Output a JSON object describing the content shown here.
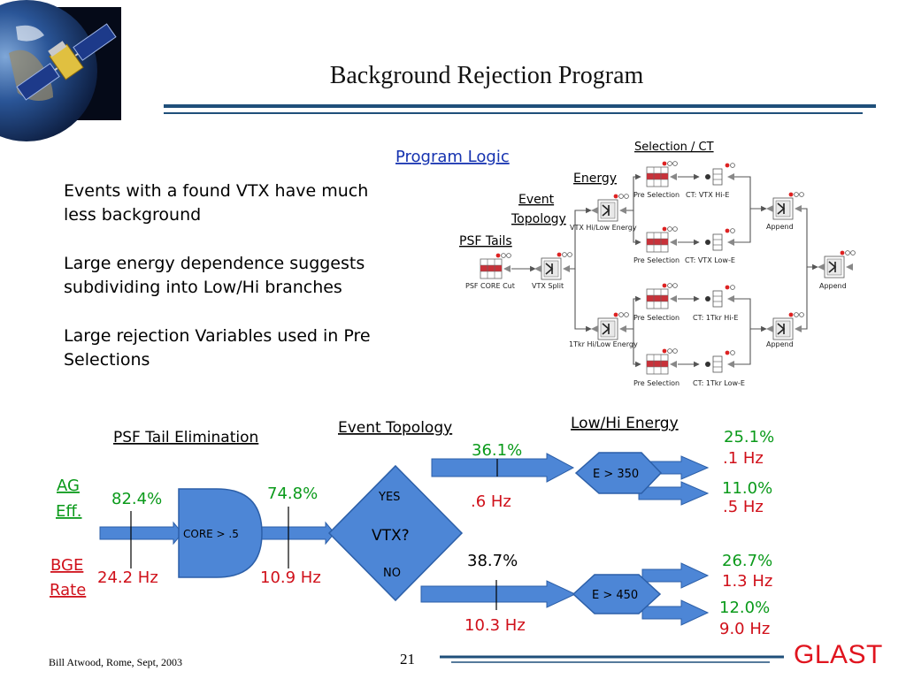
{
  "header": {
    "title": "Background Rejection Program"
  },
  "bullets": [
    "Events with a found VTX have much less background",
    "Large energy dependence suggests subdividing into Low/Hi branches",
    "Large rejection Variables used in Pre Selections"
  ],
  "program_logic": {
    "heading": "Program Logic",
    "labels": {
      "selection_ct": "Selection / CT",
      "energy": "Energy",
      "event": "Event",
      "topology": "Topology",
      "psf_tails": "PSF Tails"
    },
    "nodes": {
      "psf_core_cut": "PSF CORE Cut",
      "vtx_split": "VTX Split",
      "vtx_hilow": "VTX Hi/Low Energy",
      "tkr_hilow": "1Tkr Hi/Low Energy",
      "pre_sel_1": "Pre Selection",
      "pre_sel_2": "Pre Selection",
      "pre_sel_3": "Pre Selection",
      "pre_sel_4": "Pre Selection",
      "ct_vtx_hi": "CT: VTX Hi-E",
      "ct_vtx_low": "CT: VTX Low-E",
      "ct_tkr_hi": "CT: 1Tkr Hi-E",
      "ct_tkr_low": "CT: 1Tkr Low-E",
      "append_1": "Append",
      "append_2": "Append",
      "append_final": "Append"
    }
  },
  "flow": {
    "psf_tail_elimination": "PSF Tail Elimination",
    "event_topology": "Event Topology",
    "low_hi_energy": "Low/Hi Energy",
    "ag_eff_1": "AG",
    "ag_eff_2": "Eff.",
    "bge_rate_1": "BGE",
    "bge_rate_2": "Rate",
    "eff_in": "82.4%",
    "rate_in": "24.2 Hz",
    "core_gate": "CORE > .5",
    "eff_after_core": "74.8%",
    "rate_after_core": "10.9 Hz",
    "vtx_question": "VTX?",
    "yes": "YES",
    "no": "NO",
    "yes_eff": "36.1%",
    "yes_rate": ".6 Hz",
    "no_eff": "38.7%",
    "no_rate": "10.3 Hz",
    "e_gt_350": "E > 350",
    "e_gt_450": "E > 450",
    "out1_eff": "25.1%",
    "out1_rate": ".1 Hz",
    "out2_eff": "11.0%",
    "out2_rate": ".5 Hz",
    "out3_eff": "26.7%",
    "out3_rate": "1.3 Hz",
    "out4_eff": "12.0%",
    "out4_rate": "9.0 Hz"
  },
  "footer": {
    "author": "Bill Atwood,  Rome, Sept, 2003",
    "page": "21",
    "logo": "GLAST"
  },
  "colors": {
    "rule_blue": "#1f4f7a",
    "arrow_blue": "#4d86d6",
    "green": "#0a9a1a",
    "red": "#d0101a",
    "link_blue": "#1633b0"
  }
}
